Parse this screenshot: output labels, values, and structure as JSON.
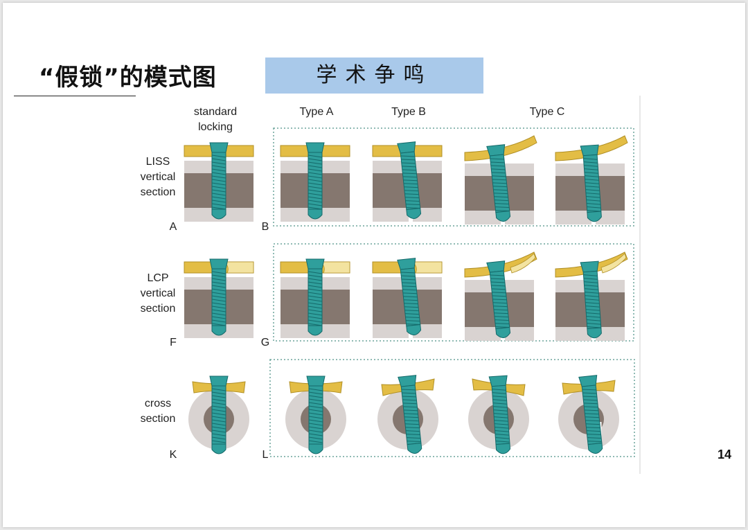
{
  "title": "“假锁”的模式图",
  "badge": "学术争鸣",
  "page_number": "14",
  "figure": {
    "col_headers": {
      "standard": "standard\nlocking",
      "type_a": "Type A",
      "type_b": "Type B",
      "type_c": "Type C"
    },
    "rows": [
      {
        "label": "LISS\nvertical\nsection",
        "left_letter": "A",
        "right_letter": "B"
      },
      {
        "label": "LCP\nvertical\nsection",
        "left_letter": "F",
        "right_letter": "G"
      },
      {
        "label": "cross\nsection",
        "left_letter": "K",
        "right_letter": "L"
      }
    ]
  },
  "colors": {
    "plate": "#e3bd45",
    "plate_light": "#f3e3a0",
    "bone_outer": "#d9d3d1",
    "bone_inner": "#85776f",
    "screw": "#2f9f9c",
    "screw_dark": "#156a6a",
    "frame": "#6aa39a",
    "badge": "#a9c9ea"
  }
}
